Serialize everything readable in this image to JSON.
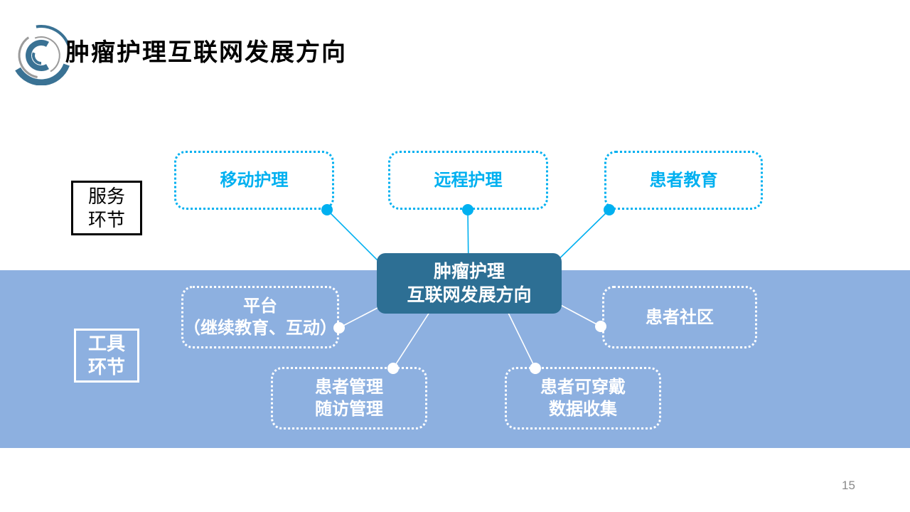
{
  "slide": {
    "title": "肿瘤护理互联网发展方向",
    "page_number": "15"
  },
  "sections": {
    "service_label_line1": "服务",
    "service_label_line2": "环节",
    "tool_label_line1": "工具",
    "tool_label_line2": "环节"
  },
  "center_node": {
    "line1": "肿瘤护理",
    "line2": "互联网发展方向"
  },
  "service_nodes": [
    {
      "label": "移动护理"
    },
    {
      "label": "远程护理"
    },
    {
      "label": "患者教育"
    }
  ],
  "tool_nodes": {
    "platform": {
      "line1": "平台",
      "line2": "（继续教育、互动）"
    },
    "community": {
      "line1": "患者社区"
    },
    "management": {
      "line1": "患者管理",
      "line2": "随访管理"
    },
    "wearable": {
      "line1": "患者可穿戴",
      "line2": "数据收集"
    }
  },
  "colors": {
    "accent_cyan": "#00b0f0",
    "band_blue": "#8db0e0",
    "center_fill": "#2d6f94",
    "title_black": "#000000",
    "page_number_gray": "#8a8a8a",
    "logo_blue": "#3a7294",
    "logo_gray": "#9b9b9b"
  }
}
